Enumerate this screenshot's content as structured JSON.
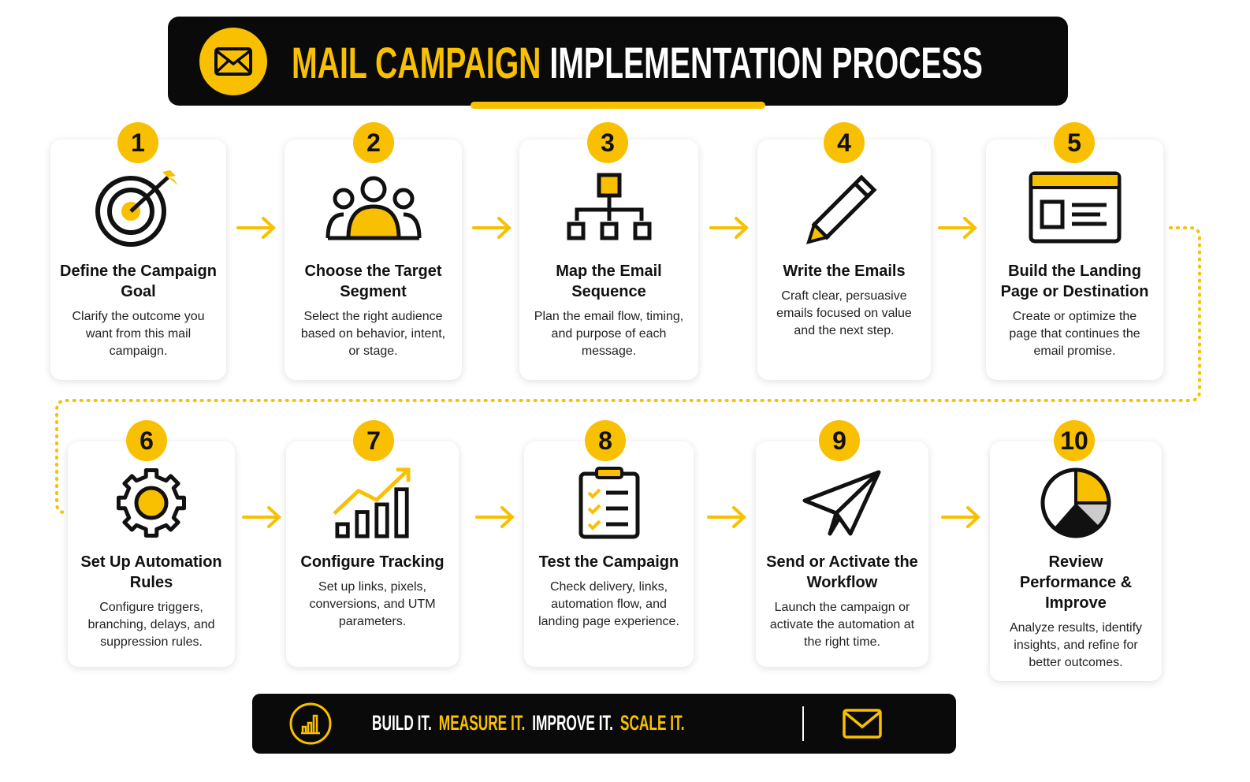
{
  "header": {
    "title_highlight": "MAIL CAMPAIGN",
    "title_rest": "IMPLEMENTATION PROCESS",
    "logo_icon": "envelope-icon"
  },
  "colors": {
    "accent": "#f8c000",
    "dark": "#0a0a0a"
  },
  "steps": [
    {
      "number": "1",
      "title": "Define the Campaign Goal",
      "description": "Clarify the outcome you want from this mail campaign.",
      "icon": "target-icon"
    },
    {
      "number": "2",
      "title": "Choose the Target Segment",
      "description": "Select the right audience based on behavior, intent, or stage.",
      "icon": "audience-icon"
    },
    {
      "number": "3",
      "title": "Map the Email Sequence",
      "description": "Plan the email flow, timing, and purpose of each message.",
      "icon": "flowchart-icon"
    },
    {
      "number": "4",
      "title": "Write the Emails",
      "description": "Craft clear, persuasive emails focused on value and the next step.",
      "icon": "pencil-icon"
    },
    {
      "number": "5",
      "title": "Build the Landing Page or Destination",
      "description": "Create or optimize the page that continues the email promise.",
      "icon": "browser-icon"
    },
    {
      "number": "6",
      "title": "Set Up Automation Rules",
      "description": "Configure triggers, branching, delays, and suppression rules.",
      "icon": "gear-icon"
    },
    {
      "number": "7",
      "title": "Configure Tracking",
      "description": "Set up links, pixels, conversions, and UTM parameters.",
      "icon": "growth-chart-icon"
    },
    {
      "number": "8",
      "title": "Test the Campaign",
      "description": "Check delivery, links, automation flow, and landing page experience.",
      "icon": "checklist-icon"
    },
    {
      "number": "9",
      "title": "Send or Activate the Workflow",
      "description": "Launch the campaign or activate the automation at the right time.",
      "icon": "paper-plane-icon"
    },
    {
      "number": "10",
      "title": "Review Performance & Improve",
      "description": "Analyze results, identify insights, and refine for better outcomes.",
      "icon": "pie-chart-icon"
    }
  ],
  "footer": {
    "slogan": [
      "BUILD IT.",
      "MEASURE IT.",
      "IMPROVE IT.",
      "SCALE IT."
    ]
  }
}
